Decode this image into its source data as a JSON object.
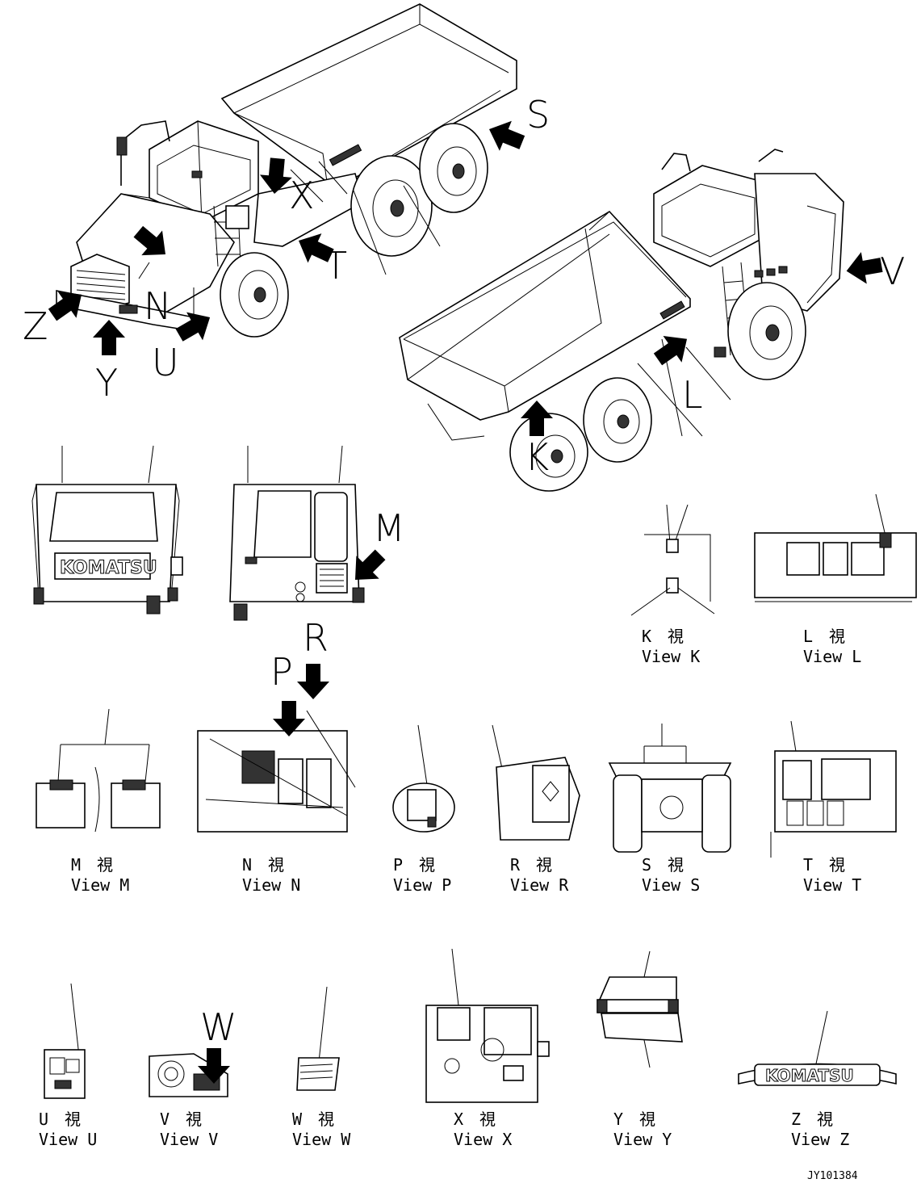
{
  "arrow_labels": {
    "S": "S",
    "X": "X",
    "T": "T",
    "N": "N",
    "Z": "Z",
    "Y": "Y",
    "U": "U",
    "V": "V",
    "L": "L",
    "K": "K",
    "M": "M",
    "P": "P",
    "R": "R",
    "W": "W"
  },
  "logo": {
    "brand": "KOMATSU"
  },
  "views": [
    {
      "jp": "K　視",
      "en": "View K"
    },
    {
      "jp": "L　視",
      "en": "View L"
    },
    {
      "jp": "M　視",
      "en": "View M"
    },
    {
      "jp": "N　視",
      "en": "View N"
    },
    {
      "jp": "P　視",
      "en": "View P"
    },
    {
      "jp": "R　視",
      "en": "View R"
    },
    {
      "jp": "S　視",
      "en": "View S"
    },
    {
      "jp": "T　視",
      "en": "View T"
    },
    {
      "jp": "U　視",
      "en": "View U"
    },
    {
      "jp": "V　視",
      "en": "View V"
    },
    {
      "jp": "W　視",
      "en": "View W"
    },
    {
      "jp": "X　視",
      "en": "View X"
    },
    {
      "jp": "Y　視",
      "en": "View Y"
    },
    {
      "jp": "Z　視",
      "en": "View Z"
    }
  ],
  "drawing_code": "JY101384"
}
